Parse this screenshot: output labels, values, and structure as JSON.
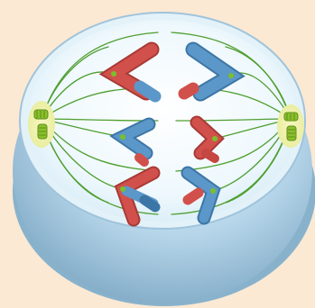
{
  "diagram": {
    "subject": "",
    "colors": {
      "background": "#fbe9d4",
      "cell_outer": "#a8cbe0",
      "cell_rim": "#d7eaf5",
      "cell_inner": "#ecf7fd",
      "cell_shadow": "#6f9cb9",
      "spindle": "#4f9e2f",
      "centrosome_glow": "#f3f1a8",
      "centriole": "#8bbf2c",
      "red_chromatid": "#d1504b",
      "red_chromatid_dark": "#a83a36",
      "blue_chromatid": "#5b97c8",
      "blue_chromatid_dark": "#3c76a6",
      "centromere": "#7bbf2a"
    },
    "icons": [
      "centrosome-left",
      "centrosome-right",
      "chromosome-pair"
    ]
  }
}
